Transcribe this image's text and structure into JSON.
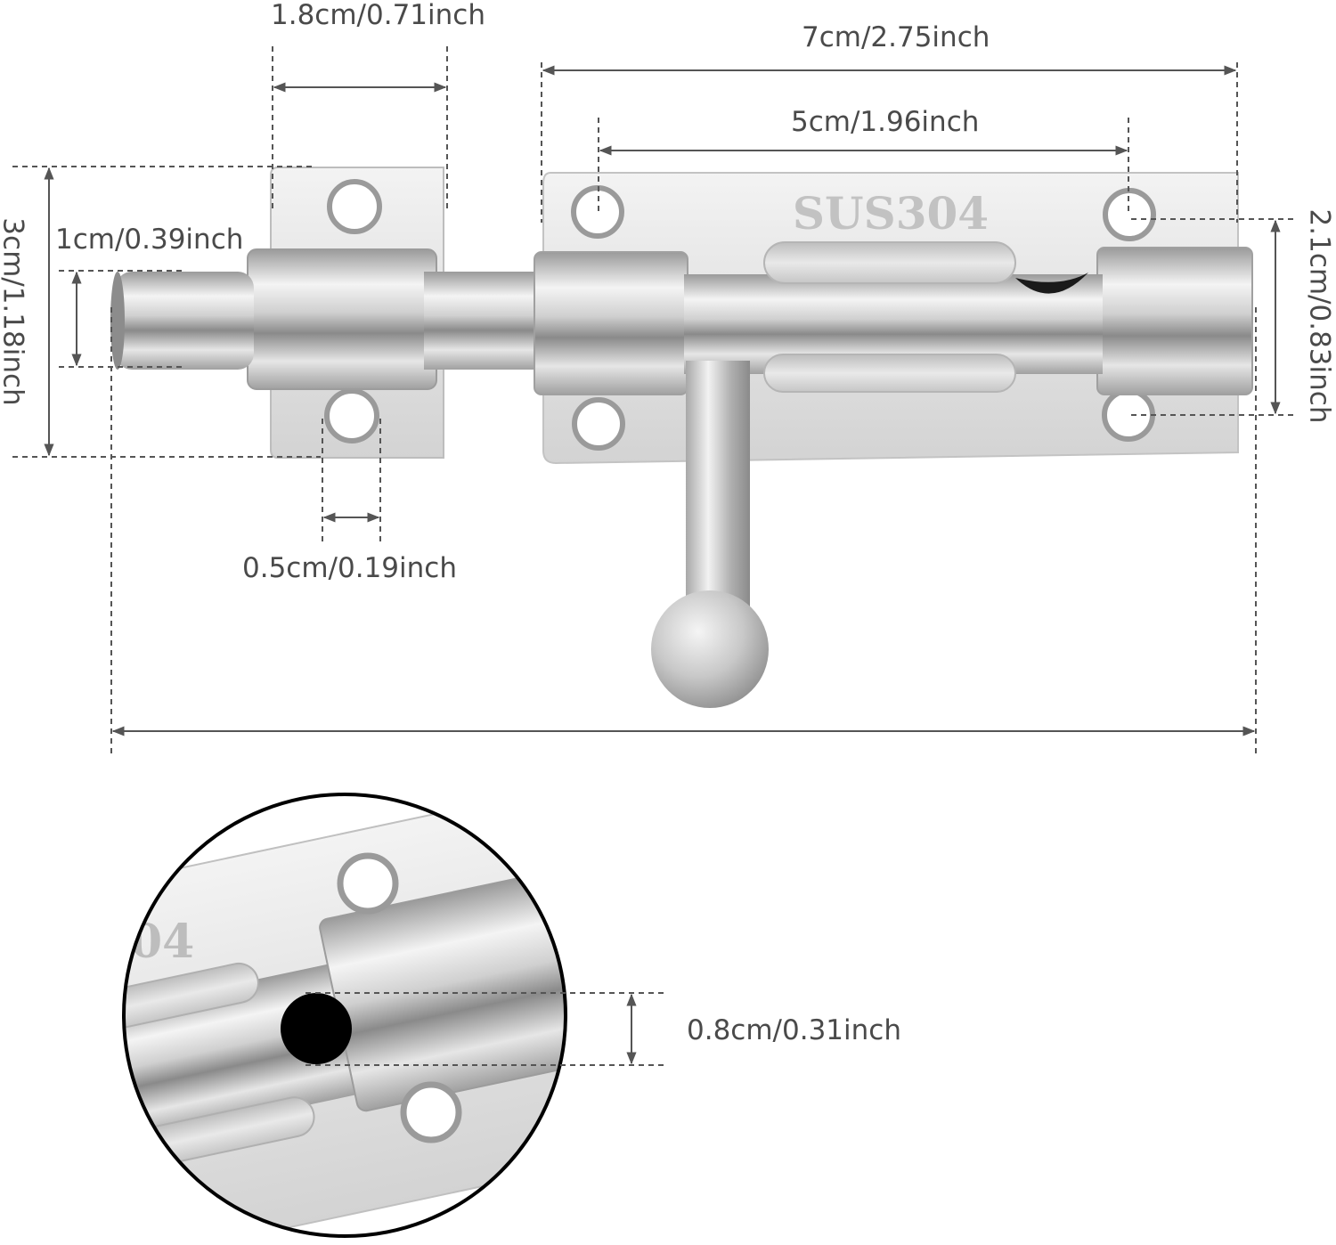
{
  "dimensions": {
    "catch_width": "1.8cm/0.71inch",
    "plate_length": "7cm/2.75inch",
    "hole_spacing": "5cm/1.96inch",
    "bolt_diameter": "1cm/0.39inch",
    "catch_height": "3cm/1.18inch",
    "plate_height": "2.1cm/0.83inch",
    "hole_diameter": "0.5cm/0.19inch",
    "lock_hole_diameter": "0.8cm/0.31inch"
  },
  "plate_stamp": "SUS304",
  "zoom_stamp": "04",
  "colors": {
    "dimension_line": "#555555",
    "label": "#4a4a4a",
    "steel_light": "#f2f2f2",
    "steel_mid": "#c9c9c9",
    "steel_dark": "#8c8c8c",
    "lock_hole": "#000000"
  }
}
